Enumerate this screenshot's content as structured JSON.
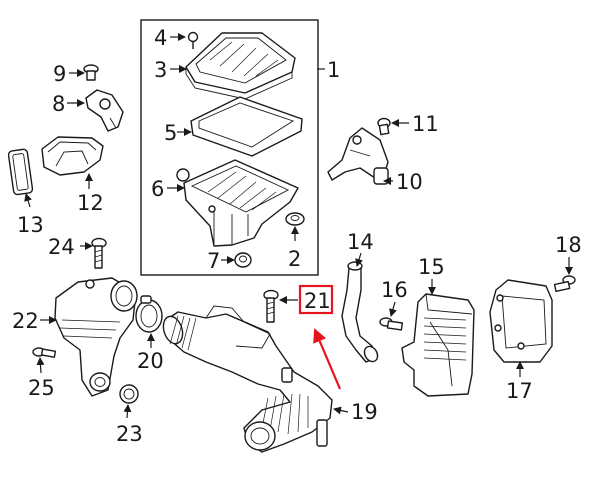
{
  "callouts": {
    "c1": "1",
    "c2": "2",
    "c3": "3",
    "c4": "4",
    "c5": "5",
    "c6": "6",
    "c7": "7",
    "c8": "8",
    "c9": "9",
    "c10": "10",
    "c11": "11",
    "c12": "12",
    "c13": "13",
    "c14": "14",
    "c15": "15",
    "c16": "16",
    "c17": "17",
    "c18": "18",
    "c19": "19",
    "c20": "20",
    "c21": "21",
    "c22": "22",
    "c23": "23",
    "c24": "24",
    "c25": "25"
  },
  "highlight": {
    "callout": "21",
    "color": "#e8141c"
  },
  "colors": {
    "ink": "#1a1a1a",
    "background": "#ffffff"
  }
}
